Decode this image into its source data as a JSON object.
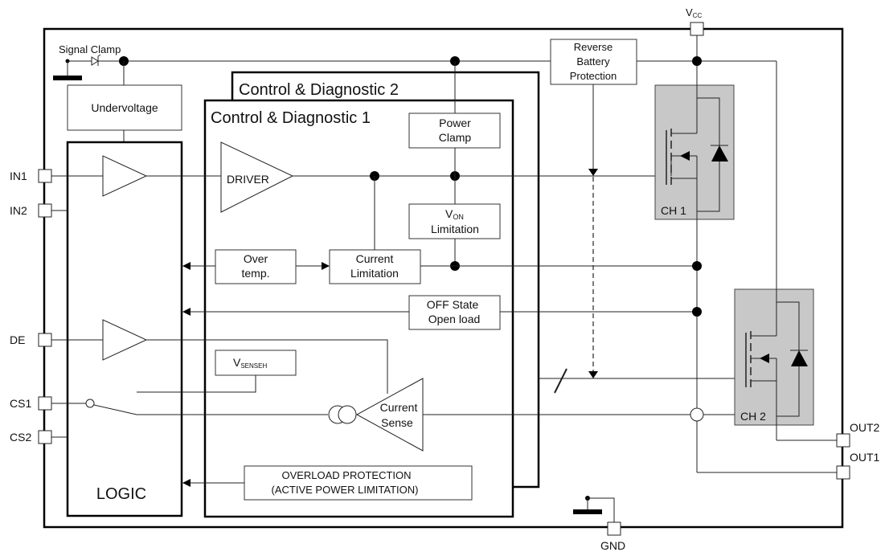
{
  "labels": {
    "vcc_main": "V",
    "vcc_sub": "CC",
    "signal_clamp": "Signal Clamp",
    "undervoltage": "Undervoltage",
    "reverse_battery": [
      "Reverse",
      "Battery",
      "Protection"
    ],
    "control_diag_2": "Control & Diagnostic 2",
    "control_diag_1": "Control & Diagnostic 1",
    "power_clamp": [
      "Power",
      "Clamp"
    ],
    "driver": "DRIVER",
    "von_main": "V",
    "von_sub": "ON",
    "von_limitation": "Limitation",
    "over_temp": [
      "Over",
      "temp."
    ],
    "current_limitation": [
      "Current",
      "Limitation"
    ],
    "off_state": [
      "OFF State",
      "Open load"
    ],
    "vsenseh_main": "V",
    "vsenseh_sub": "SENSEH",
    "current_sense": [
      "Current",
      "Sense"
    ],
    "overload": [
      "OVERLOAD PROTECTION",
      "(ACTIVE POWER LIMITATION)"
    ],
    "logic": "LOGIC",
    "ch1": "CH 1",
    "ch2": "CH 2"
  },
  "pins": {
    "in1": "IN1",
    "in2": "IN2",
    "de": "DE",
    "cs1": "CS1",
    "cs2": "CS2",
    "out1": "OUT1",
    "out2": "OUT2",
    "gnd": "GND"
  }
}
